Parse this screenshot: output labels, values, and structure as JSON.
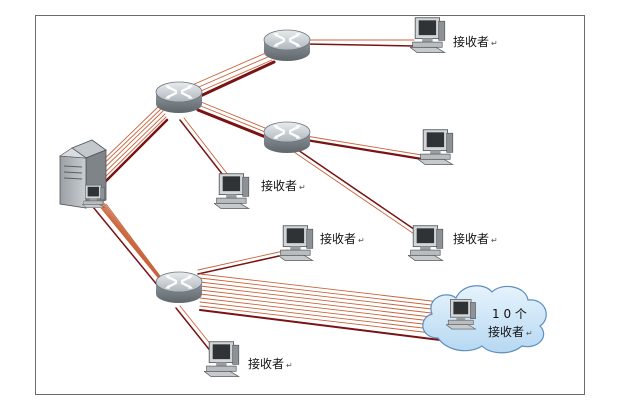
{
  "labels": {
    "receiver": "接收者",
    "receiver_mark": "↵",
    "cloud_count": "1 0 个",
    "cloud_receivers": "接收者"
  },
  "colors": {
    "frame": "#6b6b6b",
    "link_thin": "#c9643c",
    "link_thick": "#7a1313",
    "router": "#9aa2a8",
    "cloud_fill": "#cfe6f7",
    "cloud_stroke": "#5c8fbf"
  },
  "icons": [
    "server-icon",
    "router-icon",
    "computer-icon",
    "cloud-icon"
  ]
}
